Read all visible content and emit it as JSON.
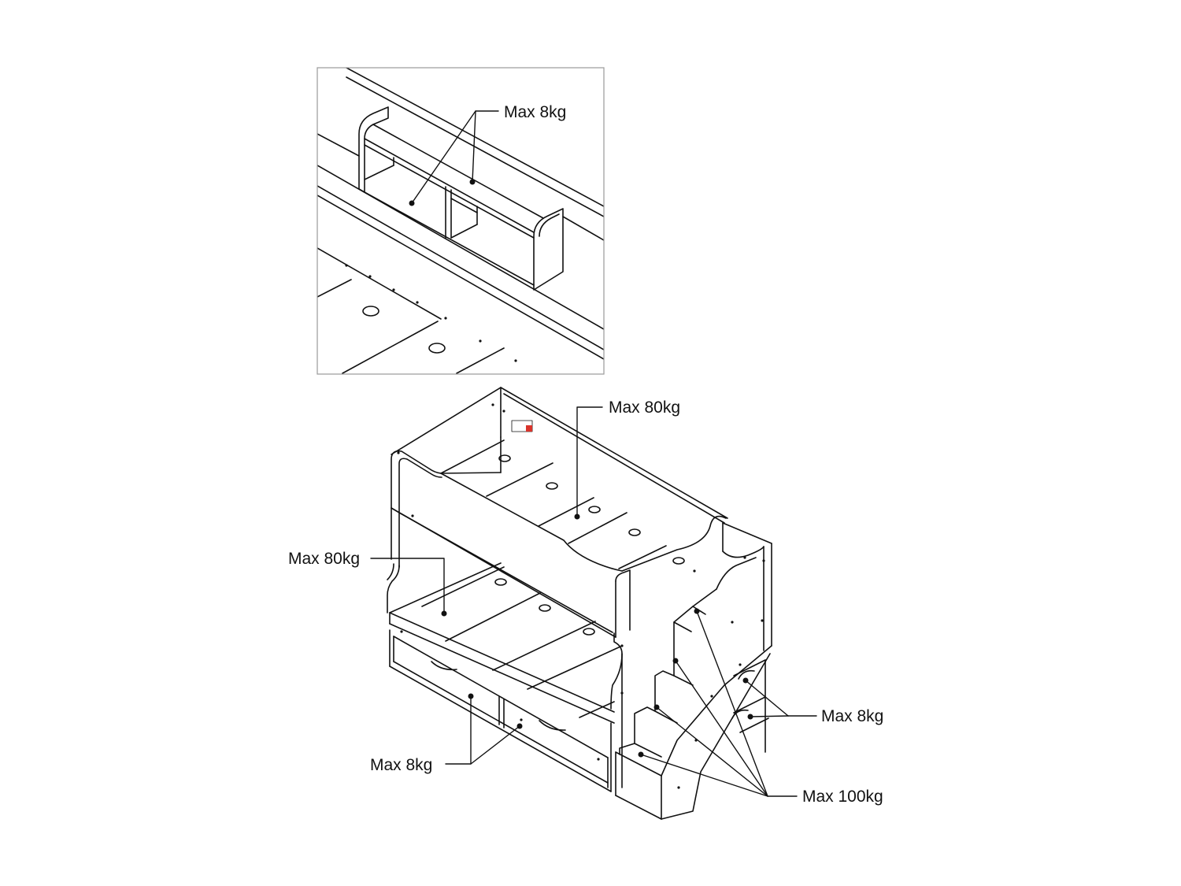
{
  "colors": {
    "ink": "#111111",
    "frame": "#9a9a9a",
    "warning_tag": "#d9342b"
  },
  "callouts": {
    "shelf": "Max 8kg",
    "top_bunk": "Max 80kg",
    "bottom_bunk": "Max 80kg",
    "drawers": "Max 8kg",
    "side_shelves": "Max 8kg",
    "stairs": "Max 100kg"
  }
}
